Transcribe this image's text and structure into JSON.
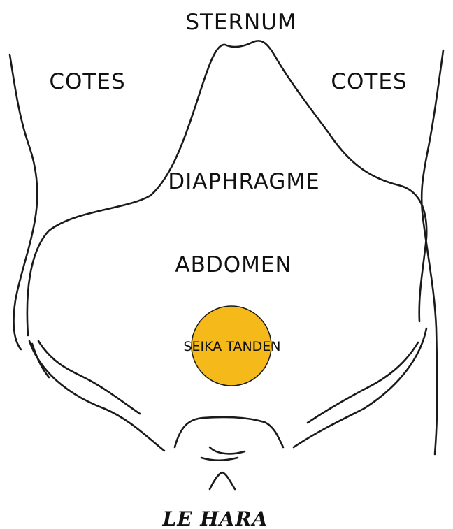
{
  "labels": {
    "sternum": "STERNUM",
    "ribs_left": "COTES",
    "ribs_right": "COTES",
    "diaphragm": "DIAPHRAGME",
    "abdomen": "ABDOMEN",
    "seika_tanden": "SEIKA TANDEN",
    "title": "LE HARA"
  },
  "colors": {
    "tanden_fill": "#F5B91A",
    "outline": "#1a1a1a"
  }
}
